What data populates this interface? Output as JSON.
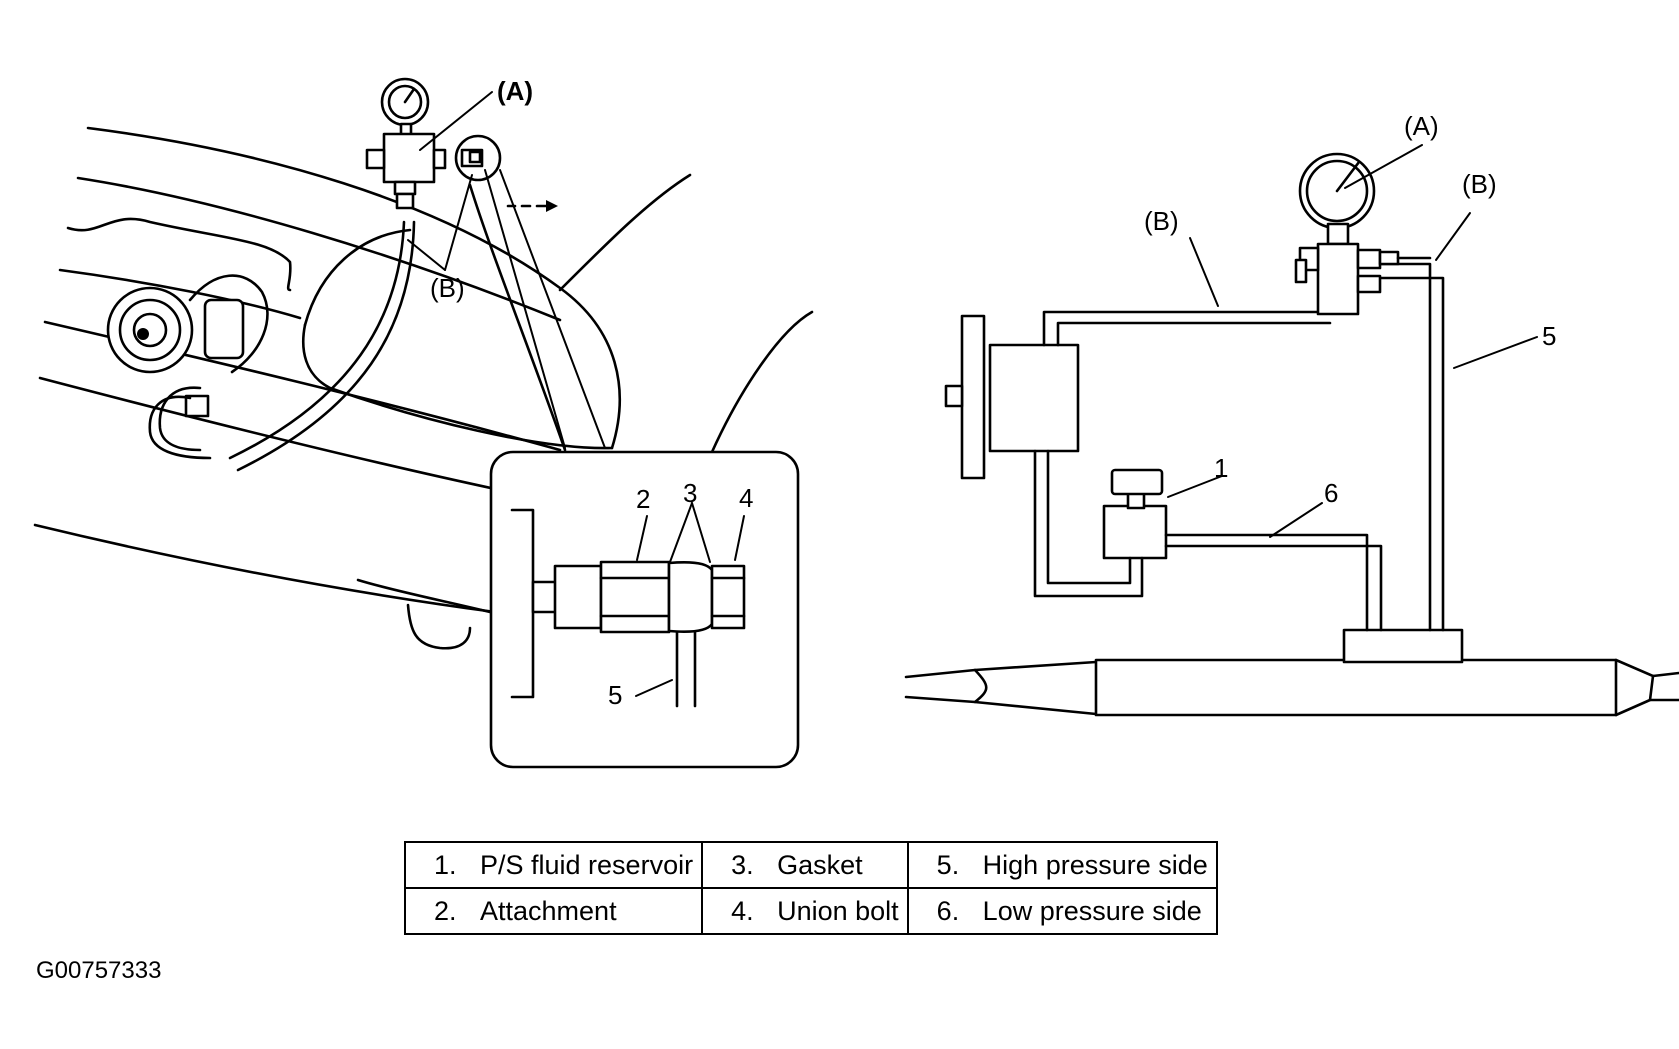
{
  "left_figure": {
    "label_A": "(A)",
    "label_B": "(B)",
    "detail_labels": {
      "2": "2",
      "3": "3",
      "4": "4",
      "5": "5"
    }
  },
  "right_figure": {
    "label_A": "(A)",
    "label_B_left": "(B)",
    "label_B_right": "(B)",
    "labels": {
      "1": "1",
      "5": "5",
      "6": "6"
    }
  },
  "legend": {
    "rows": [
      [
        {
          "num": "1.",
          "text": "P/S fluid reservoir"
        },
        {
          "num": "3.",
          "text": "Gasket"
        },
        {
          "num": "5.",
          "text": "High pressure side"
        }
      ],
      [
        {
          "num": "2.",
          "text": "Attachment"
        },
        {
          "num": "4.",
          "text": "Union bolt"
        },
        {
          "num": "6.",
          "text": "Low pressure side"
        }
      ]
    ]
  },
  "figure_id": "G00757333"
}
